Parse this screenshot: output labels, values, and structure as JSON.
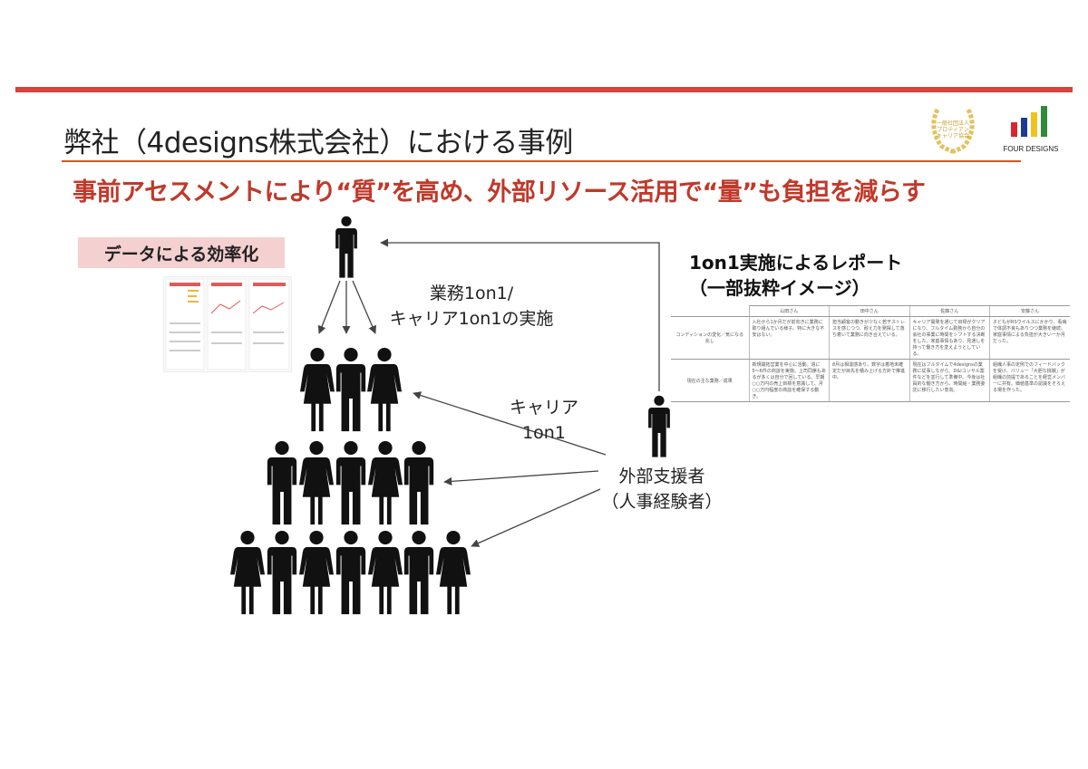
{
  "header": {
    "title": "弊社（4designs株式会社）における事例",
    "subtitle": "事前アセスメントにより“質”を高め、外部リソース活用で“量”も負担を減らす",
    "badge_logo_text": "一般社団法人 プロティアン キャリア協会",
    "company_logo_text": "FOUR DESIGNS",
    "accent_color": "#d9413b"
  },
  "left": {
    "badge": "データによる効率化"
  },
  "diagram": {
    "label_business": "業務1on1/",
    "label_business2": "キャリア1on1の実施",
    "label_career": "キャリア",
    "label_career2": "1on1",
    "label_external": "外部支援者",
    "label_external2": "（人事経験者）"
  },
  "report": {
    "title1": "1on1実施によるレポート",
    "title2": "（一部抜粋イメージ）",
    "columns": [
      "山田さん",
      "田中さん",
      "佐藤さん",
      "安藤さん"
    ],
    "rows": [
      {
        "label": "コンディションの変化／気になる兆し",
        "cells": [
          "入社から1か月だが前向きに業務に取り組んでいる様子。特に大きな不安はない。",
          "担当顧客の動きが少なく若干ストレスを感じつつ、耐え力を発揮して落ち着いて業務に向き合えている。",
          "キャリア開発を通じて目標がクリアになり、フルタイム勤務から自分の会社の事業に時間をシフトする決断をした。家庭事情もあり、見通しを持って働き方を変えようとしている。",
          "子どもがRSウイルスにかかり、看病で体調不良もありつつ業務を継続。家庭事情による負担が大きい一か月だった。"
        ]
      },
      {
        "label": "現在の主な業務／成果",
        "cells": [
          "新規開拓営業を中心に活動。週に5〜6件の商談を実施。上司同席もあるが多くは自分で回している。早期○○万円の売上目標を意識して、月○○万円程度の商談を確保する動き。",
          "8月は相違感あり。数字は着地未確定だが目先を積み上げる方針で推進中。",
          "現在はフルタイムで4designsの業務に従事しながら、D&Iコンサル案件などを並行して準備中。今後は社員的な働き方から、時間給・業務委託に移行したい意向。",
          "組織人事の定例でのフィードバックを受け、バリュー「大胆な挑戦」が組織の前提であることを経営メンバーに共有。価値基準の認識をそろえる場を作った。"
        ]
      }
    ]
  }
}
